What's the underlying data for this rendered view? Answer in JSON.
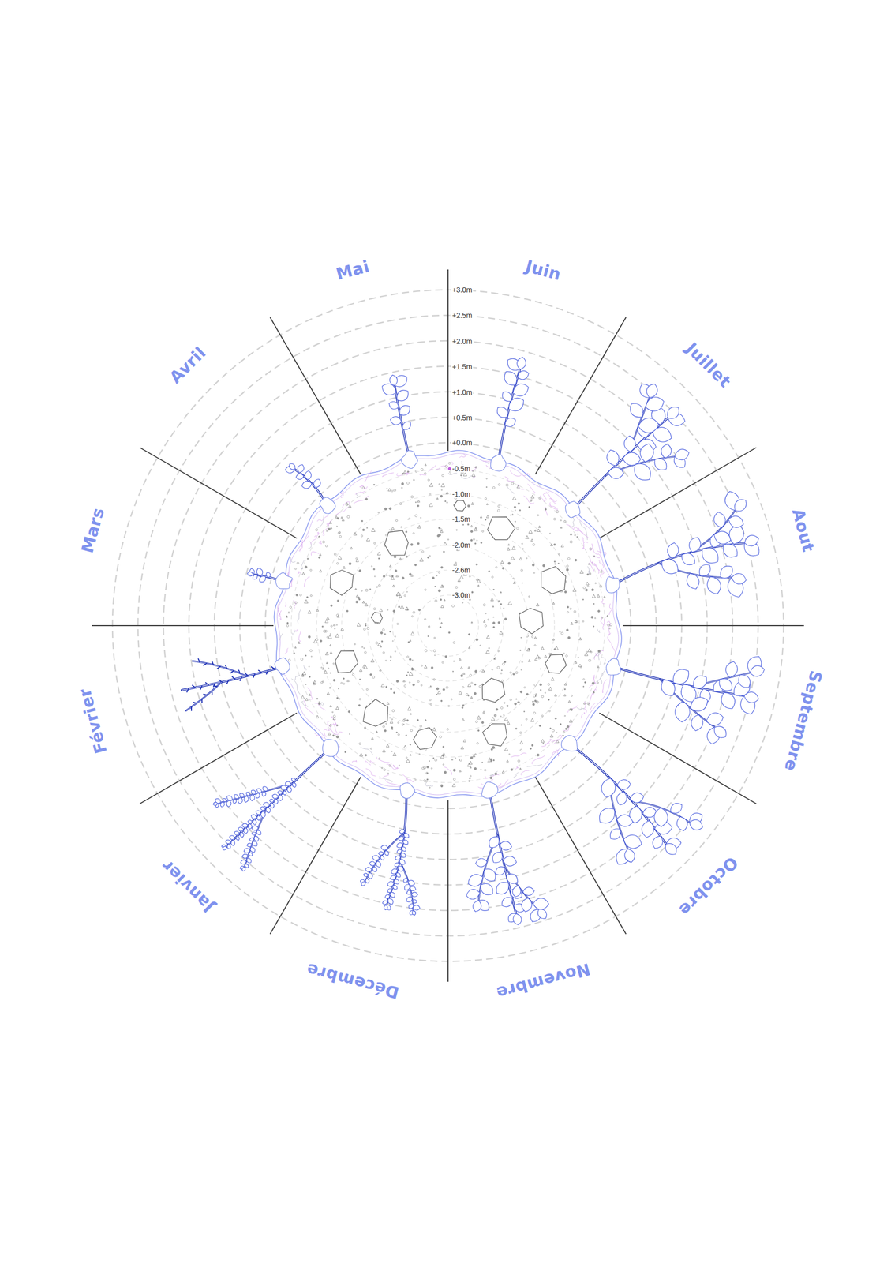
{
  "diagram": {
    "labels": [
      "Mai",
      "Juin",
      "Juillet",
      "Aout",
      "Septembre",
      "Octobre",
      "Novembre",
      "Décembre",
      "Janvier",
      "Février",
      "Mars",
      "Avril",
      "+3.0m",
      "+2.5m",
      "+2.0m",
      "+1.5m",
      "+1.0m",
      "+0.5m",
      "+0.0m",
      "-0.5m",
      "-1.0m",
      "-1.5m",
      "-2.0m",
      "-2.6m",
      "-3.0m"
    ]
  }
}
